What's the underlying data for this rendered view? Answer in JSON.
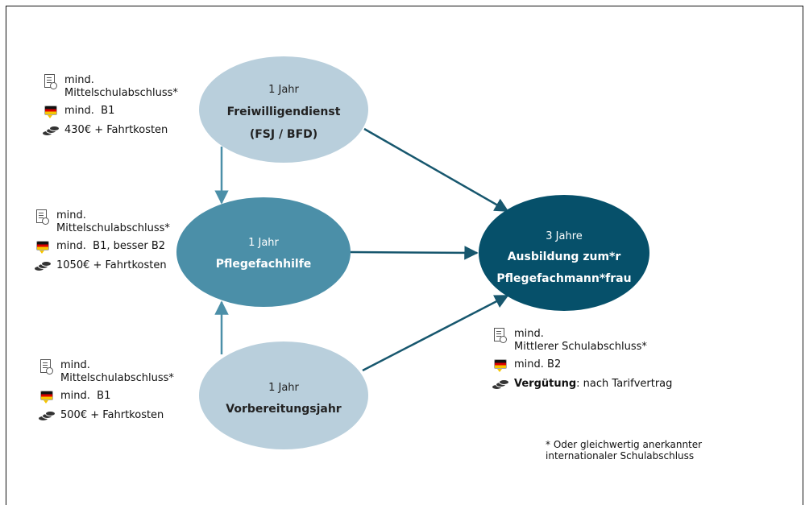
{
  "nodes": {
    "freiwilligendienst": {
      "duration": "1 Jahr",
      "title_line1": "Freiwilligendienst",
      "title_line2": "(FSJ / BFD)",
      "color": "#b9cfdc"
    },
    "pflegefachhilfe": {
      "duration": "1 Jahr",
      "title_line1": "Pflegefachhilfe",
      "color": "#4b8fa8"
    },
    "vorbereitungsjahr": {
      "duration": "1 Jahr",
      "title_line1": "Vorbereitungsjahr",
      "color": "#b9cfdc"
    },
    "ausbildung": {
      "duration": "3 Jahre",
      "title_line1": "Ausbildung zum*r",
      "title_line2": "Pflegefachmann*frau",
      "color": "#06506a"
    }
  },
  "colors": {
    "arrow": "#17576e",
    "arrow_light": "#4b8fa8"
  },
  "info": {
    "freiwilligendienst": {
      "education": "mind.\nMittelschulabschluss*",
      "language": "mind.  B1",
      "pay": "430€ + Fahrtkosten"
    },
    "pflegefachhilfe": {
      "education": "mind.\nMittelschulabschluss*",
      "language": "mind.  B1, besser B2",
      "pay": "1050€ + Fahrtkosten"
    },
    "vorbereitungsjahr": {
      "education": "mind.\nMittelschulabschluss*",
      "language": "mind.  B1",
      "pay": "500€ + Fahrtkosten"
    },
    "ausbildung": {
      "education": "mind.\nMittlerer Schulabschluss*",
      "language": "mind. B2",
      "pay_label": "Vergütung",
      "pay_rest": ": nach Tarifvertrag"
    }
  },
  "icons": [
    "certificate-icon",
    "german-flag-icon",
    "money-icon"
  ],
  "footnote": "* Oder gleichwertig anerkannter\ninternationaler Schulabschluss"
}
